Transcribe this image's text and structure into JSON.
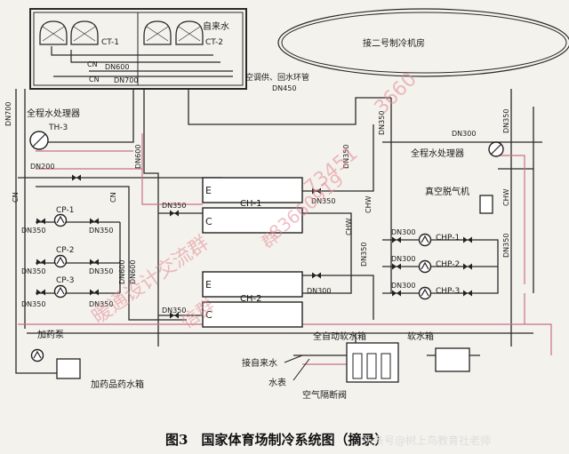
{
  "cooling_tower": {
    "supply_label": "自来水",
    "units": [
      "CT-1",
      "CT-2"
    ]
  },
  "loop": {
    "label": "接二号制冷机房",
    "ac_loop_label": "空调供、回水环管"
  },
  "water_treatment": {
    "left": "全程水处理器",
    "left_tag": "TH-3",
    "right": "全程水处理器"
  },
  "chillers": {
    "units": [
      "CH-1",
      "CH-2"
    ],
    "evaporator": "E",
    "condenser": "C"
  },
  "cooling_pumps": [
    "CP-1",
    "CP-2",
    "CP-3"
  ],
  "chilled_pumps": [
    "CHP-1",
    "CHP-2",
    "CHP-3"
  ],
  "equipment": {
    "degasser": "真空脱气机",
    "softener": "全自动软水箱",
    "soft_tank": "软水箱",
    "dosing_pump": "加药泵",
    "dosing_tank": "加药品药水箱",
    "tap_water": "接自来水",
    "meter": "水表",
    "air_valve": "空气隔断阀"
  },
  "pipe_labels": {
    "cn": "CN",
    "chw": "CHW",
    "dn600": "DN600",
    "dn700": "DN700",
    "dn450": "DN450",
    "dn350": "DN350",
    "dn300": "DN300",
    "dn200": "DN200"
  },
  "caption": "图3　国家体育场制冷系统图（摘录）",
  "watermarks": {
    "a": "暖通设计交流群",
    "b": "群",
    "c": "73451",
    "d": "3660",
    "e": "信群",
    "f": "83660919"
  },
  "credit": "头条号@树上鸟教育社老师",
  "colors": {
    "line": "#2a2a2a",
    "pink": "#c9708a",
    "bg": "#f4f2ec"
  }
}
